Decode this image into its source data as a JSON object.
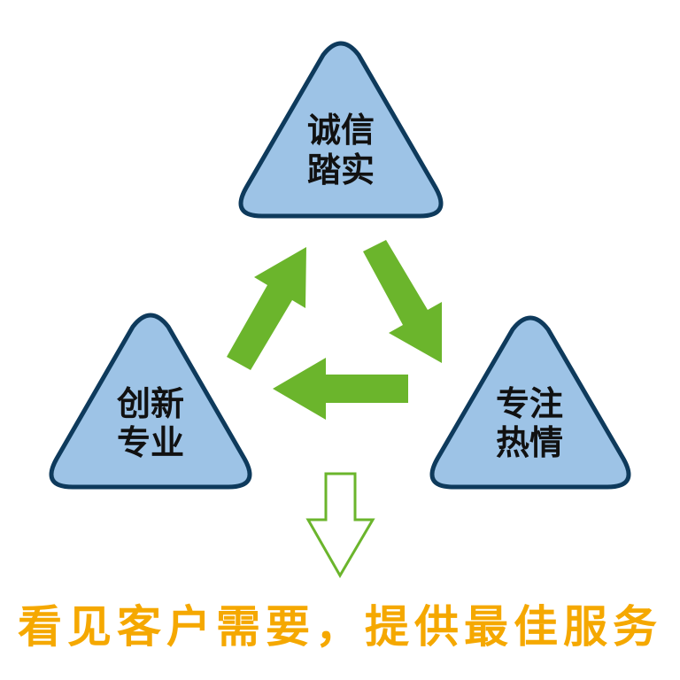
{
  "colors": {
    "triangle_fill": "#9DC3E6",
    "triangle_stroke": "#0E3A5C",
    "arrow": "#6BB52C",
    "slogan": "#F5A800"
  },
  "nodes": [
    {
      "id": "top",
      "lines": [
        "诚信",
        "踏实"
      ]
    },
    {
      "id": "left",
      "lines": [
        "创新",
        "专业"
      ]
    },
    {
      "id": "right",
      "lines": [
        "专注",
        "热情"
      ]
    }
  ],
  "slogan": "看见客户需要，提供最佳服务"
}
